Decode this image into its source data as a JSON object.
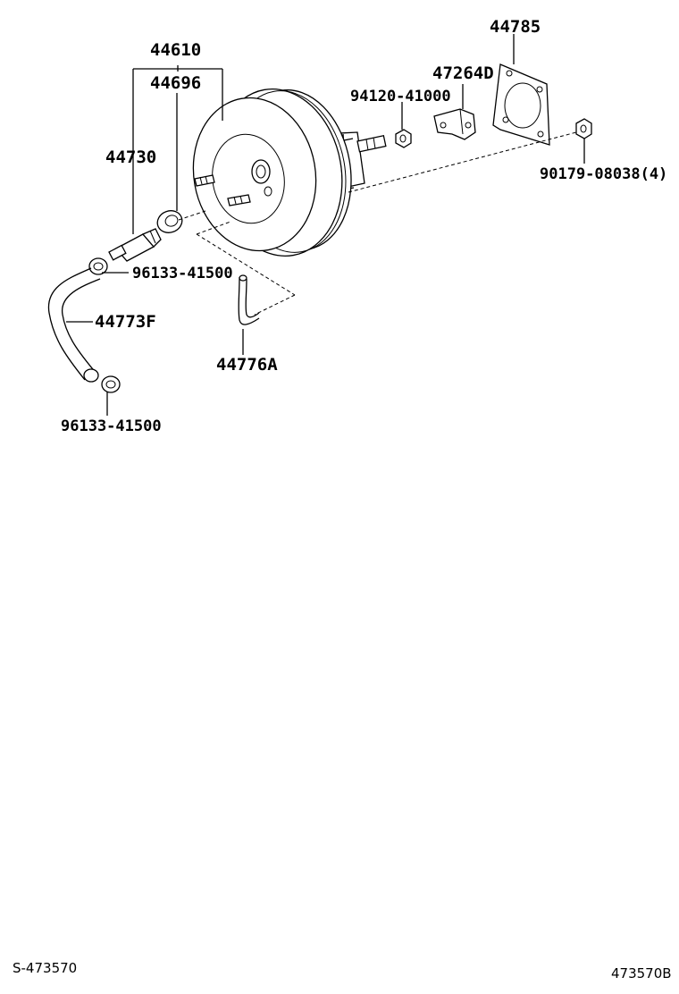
{
  "labels": {
    "p44610": "44610",
    "p44696": "44696",
    "p44730": "44730",
    "p44785": "44785",
    "p47264D": "47264D",
    "p94120": "94120-41000",
    "p90179": "90179-08038(4)",
    "p96133_top": "96133-41500",
    "p44773F": "44773F",
    "p44776A": "44776A",
    "p96133_bottom": "96133-41500"
  },
  "footer": {
    "left": "S-473570",
    "right": "473570B"
  },
  "colors": {
    "ink": "#000000",
    "paper": "#ffffff"
  }
}
